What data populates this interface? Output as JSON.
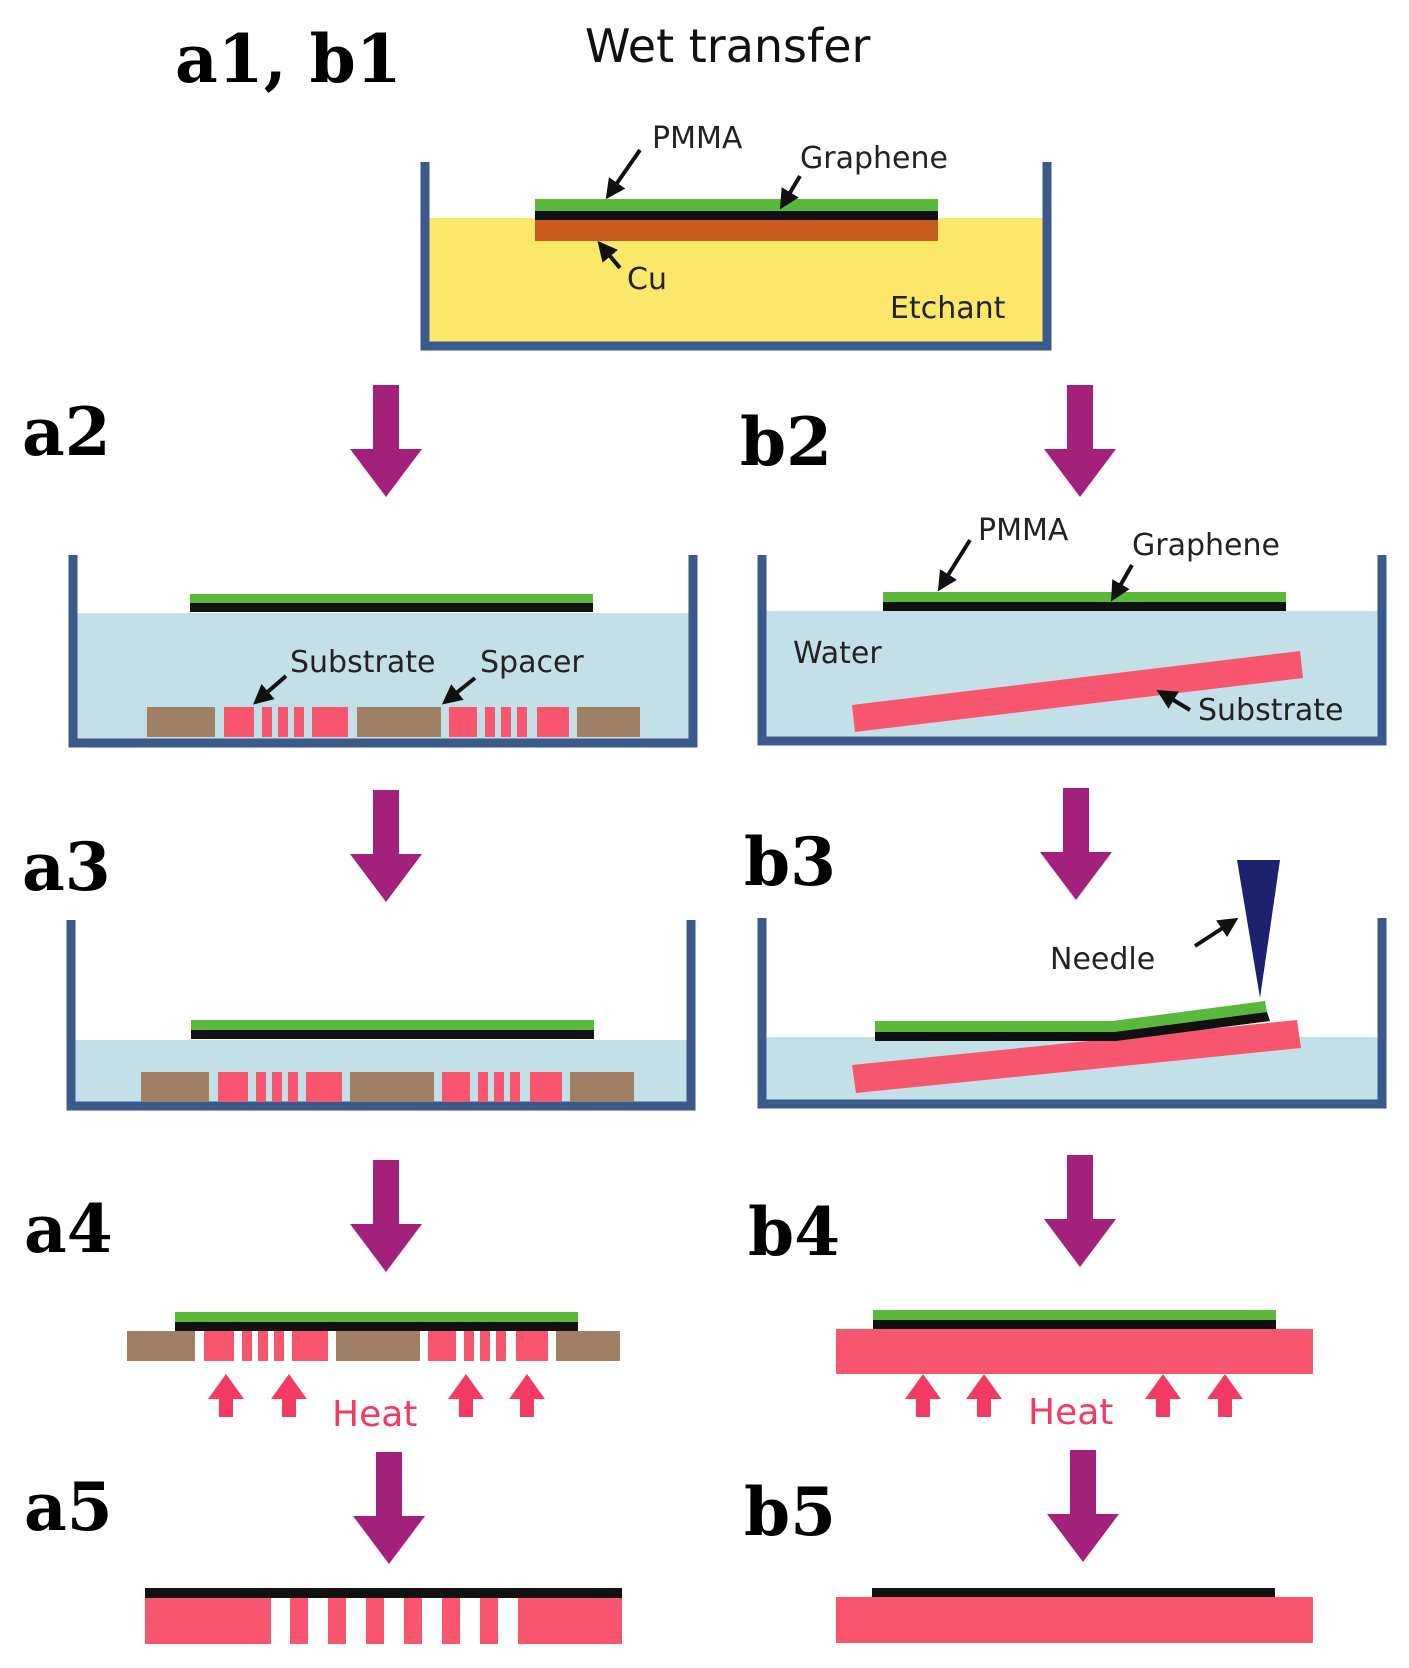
{
  "title": "Wet transfer",
  "steps": {
    "a1b1": "a1, b1",
    "a2": "a2",
    "a3": "a3",
    "a4": "a4",
    "a5": "a5",
    "b2": "b2",
    "b3": "b3",
    "b4": "b4",
    "b5": "b5"
  },
  "labels": {
    "pmma": "PMMA",
    "graphene": "Graphene",
    "cu": "Cu",
    "etchant": "Etchant",
    "substrate": "Substrate",
    "spacer": "Spacer",
    "water": "Water",
    "needle": "Needle",
    "heat": "Heat"
  },
  "colors": {
    "bath_wall": "#3b5a8c",
    "etchant": "#fbe86b",
    "water": "#c3dfe7",
    "pmma": "#5ab83a",
    "graphene": "#111111",
    "cu": "#c85a1e",
    "substrate": "#f7566e",
    "spacer": "#a08065",
    "arrow": "#a3217a",
    "heat": "#f33a62",
    "needle": "#1c226f"
  }
}
